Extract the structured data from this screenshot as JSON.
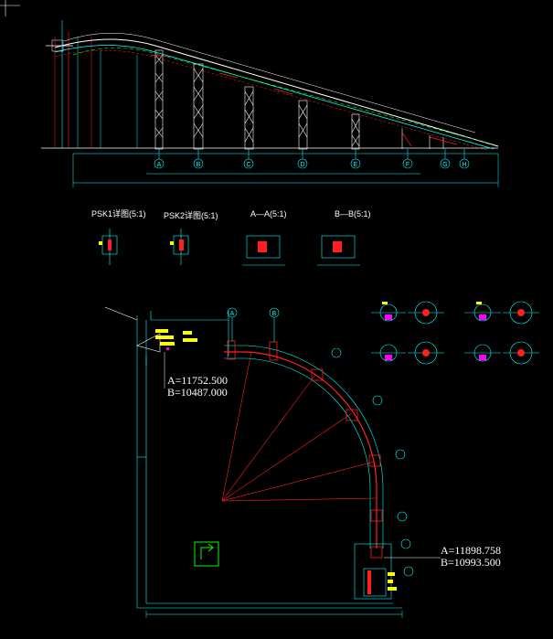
{
  "drawing": {
    "section_labels": {
      "psk1": "PSK1详图(5:1)",
      "psk2": "PSK2详图(5:1)",
      "a_a": "A—A(5:1)",
      "b_b": "B—B(5:1)"
    },
    "coord_upper": {
      "a": "A=11752.500",
      "b": "B=10487.000"
    },
    "coord_lower": {
      "a": "A=11898.758",
      "b": "B=10993.500"
    },
    "axis_labels_elevation": [
      "A",
      "B",
      "C",
      "D",
      "E",
      "F",
      "G",
      "H"
    ],
    "axis_labels_plan": [
      "A",
      "B"
    ],
    "colors": {
      "background": "#000000",
      "cyan": "#00ffff",
      "white": "#ffffff",
      "red": "#ff2020",
      "green": "#00ff00",
      "yellow": "#ffff00",
      "magenta": "#ff00ff"
    },
    "icons": [
      "north-arrow-icon",
      "crosshair-icon"
    ]
  }
}
